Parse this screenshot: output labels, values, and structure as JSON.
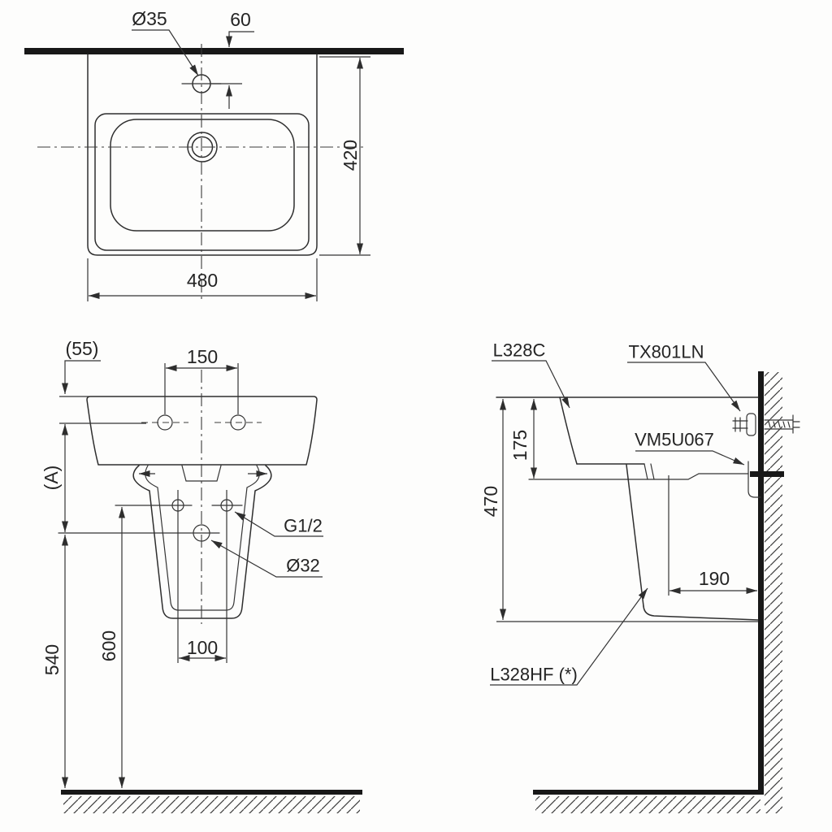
{
  "colors": {
    "ink": "#2e2e2e",
    "heavy_line": "#181818",
    "paper": "#fdfdfc"
  },
  "top_view": {
    "faucet_hole": "Ø35",
    "faucet_offset": "60",
    "depth": "420",
    "width": "480"
  },
  "front_view": {
    "rim_gap": "(55)",
    "hanger_spacing": "150",
    "dim_a": "(A)",
    "drain_height": "540",
    "supply_height": "600",
    "supply_spacing": "100",
    "supply_thread": "G1/2",
    "drain_dia": "Ø32"
  },
  "side_view": {
    "lavatory_code": "L328C",
    "faucet_code": "TX801LN",
    "supply_valve_code": "VM5U067",
    "trap_code": "L328HF (*)",
    "basin_depth": "175",
    "outlet_height": "470",
    "outlet_wall_distance": "190"
  }
}
